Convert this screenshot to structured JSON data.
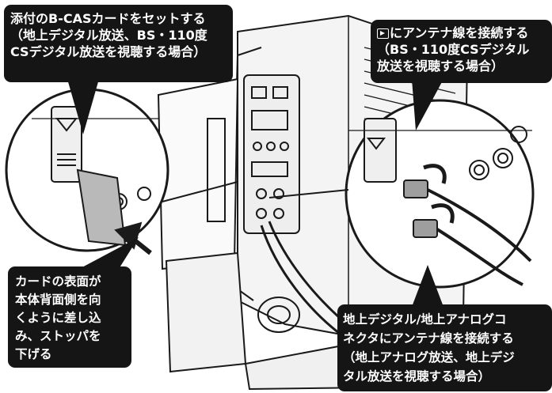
{
  "callouts": {
    "bcas": {
      "lines": [
        "添付のB-CASカードをセットする",
        "（地上デジタル放送、BS・110度",
        "CSデジタル放送を視聴する場合）"
      ]
    },
    "bs_antenna": {
      "icon": "antenna-input-icon",
      "first_line": "にアンテナ線を接続する",
      "lines": [
        "（BS・110度CSデジタル",
        "放送を視聴する場合）"
      ]
    },
    "card_face": {
      "lines": [
        "カードの表面が",
        "本体背面側を向",
        "くように差し込",
        "み、ストッパを",
        "下げる"
      ]
    },
    "terrestrial": {
      "lines": [
        "地上デジタル/地上アナログコ",
        "ネクタにアンテナ線を接続する",
        "（地上アナログ放送、地上デジ",
        "タル放送を視聴する場合）"
      ]
    }
  },
  "colors": {
    "callout_bg": "#151515",
    "callout_text": "#ffffff",
    "line_art": "#1a1a1a",
    "card": "#b9b9b9"
  }
}
